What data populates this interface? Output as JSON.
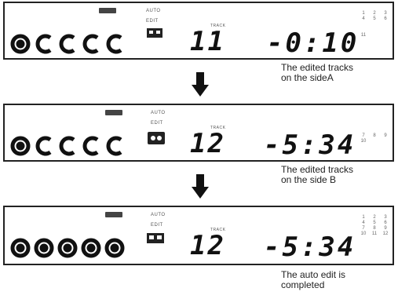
{
  "panels": [
    {
      "auto": "AUTO",
      "mode": "EDIT",
      "track_label": "TRACK",
      "track": "11",
      "time": "-0:10",
      "grid": [
        [
          "1",
          "2",
          "3"
        ],
        [
          "4",
          "5",
          "6"
        ],
        [],
        [
          "11"
        ]
      ]
    },
    {
      "auto": "AUTO",
      "mode": "EDIT",
      "track_label": "TRACK",
      "track": "12",
      "time": "-5:34",
      "grid": [
        [
          "7",
          "8",
          "9"
        ],
        [
          "10"
        ]
      ]
    },
    {
      "auto": "AUTO",
      "mode": "EDIT",
      "track_label": "TRACK",
      "track": "12",
      "time": "-5:34",
      "grid": [
        [
          "1",
          "2",
          "3"
        ],
        [
          "4",
          "5",
          "6"
        ],
        [
          "7",
          "8",
          "9"
        ],
        [
          "10",
          "11",
          "12"
        ]
      ]
    }
  ],
  "captions": [
    [
      "The edited tracks",
      "on the sideA"
    ],
    [
      "The edited tracks",
      "on the side B"
    ],
    [
      "The auto edit is",
      "completed"
    ]
  ]
}
